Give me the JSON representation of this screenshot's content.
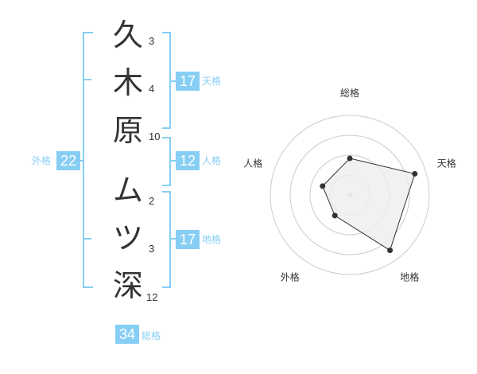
{
  "name": {
    "chars": [
      {
        "char": "久",
        "strokes": "3"
      },
      {
        "char": "木",
        "strokes": "4"
      },
      {
        "char": "原",
        "strokes": "10"
      },
      {
        "char": "ム",
        "strokes": "2"
      },
      {
        "char": "ツ",
        "strokes": "3"
      },
      {
        "char": "深",
        "strokes": "12"
      }
    ]
  },
  "kakusu": {
    "tenkaku": {
      "value": "17",
      "label": "天格"
    },
    "jinkaku": {
      "value": "12",
      "label": "人格"
    },
    "chikaku": {
      "value": "17",
      "label": "地格"
    },
    "gaikaku": {
      "value": "22",
      "label": "外格"
    },
    "soukaku": {
      "value": "34",
      "label": "総格"
    }
  },
  "colors": {
    "accent": "#87cef5",
    "text": "#333333",
    "grid": "#cccccc",
    "fill": "#eeeeee"
  },
  "chart_data": {
    "type": "radar",
    "axes": [
      "総格",
      "天格",
      "地格",
      "外格",
      "人格"
    ],
    "values": [
      2.3,
      4.3,
      4.3,
      1.6,
      1.8
    ],
    "max": 5,
    "rings": 4
  }
}
